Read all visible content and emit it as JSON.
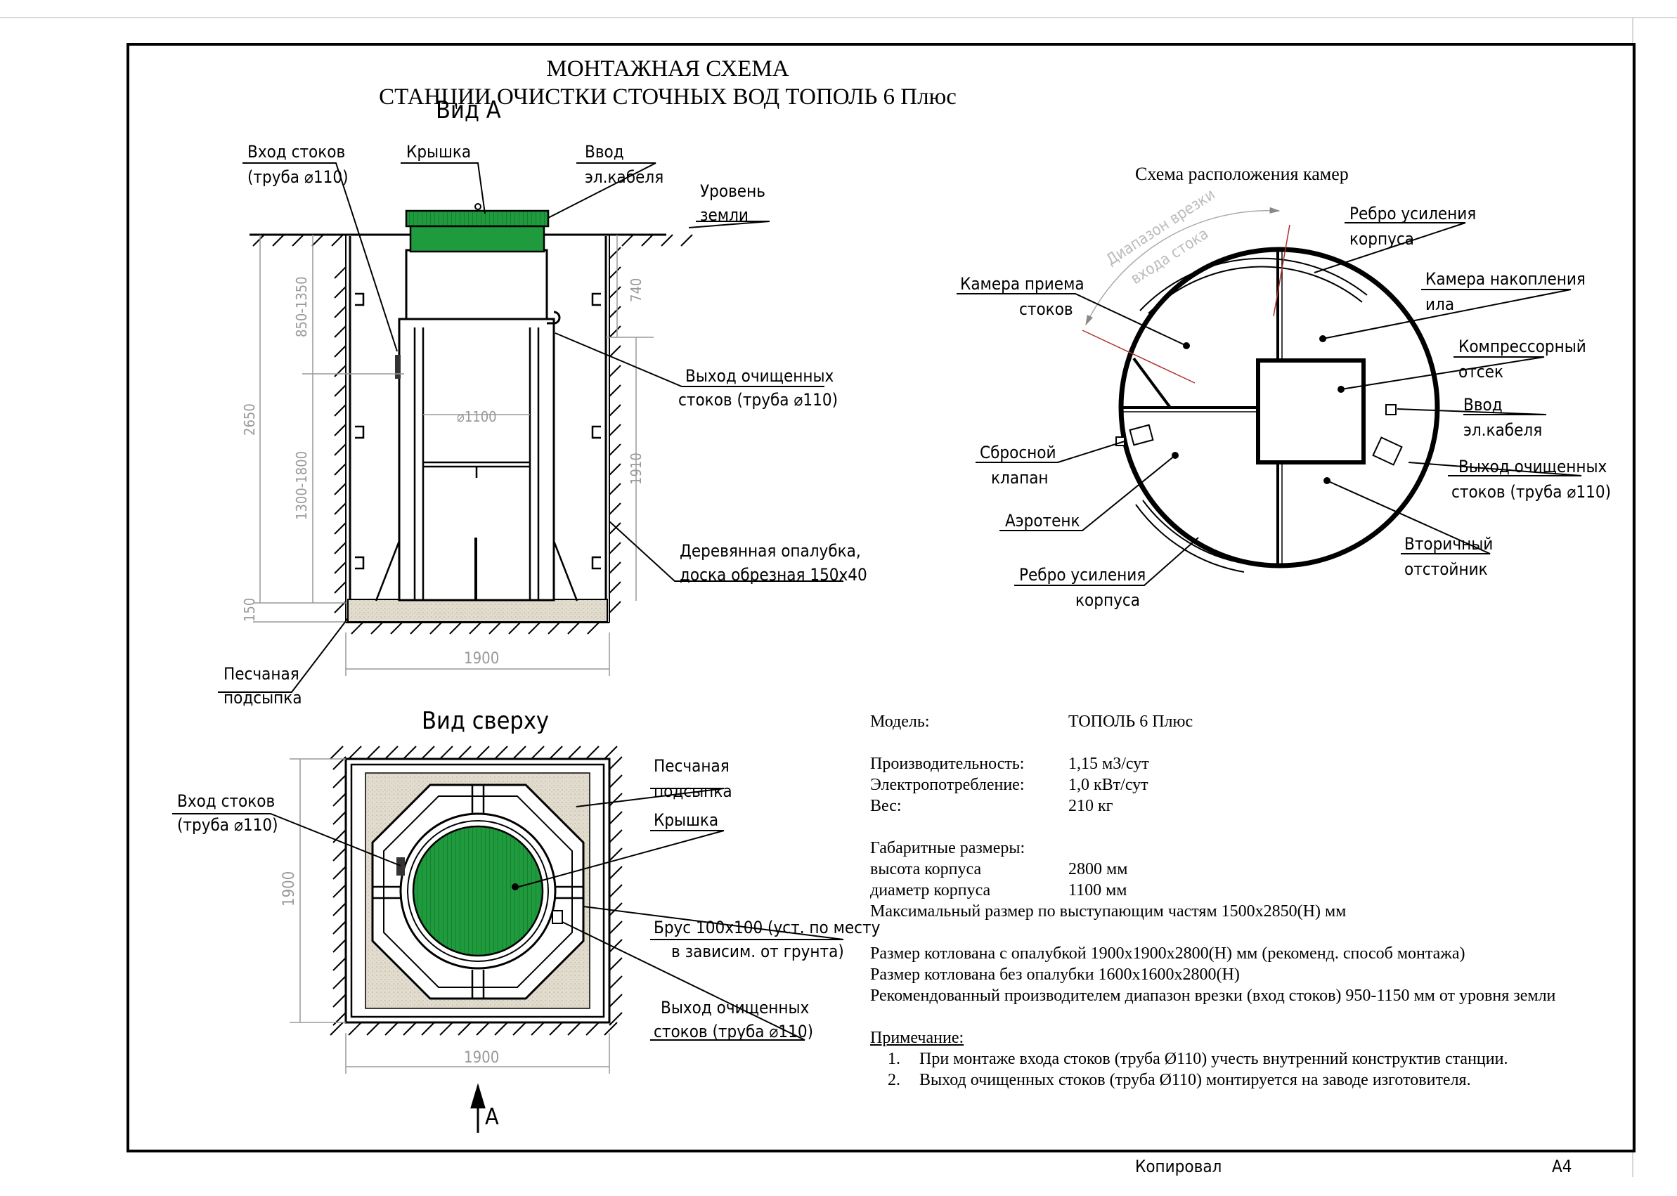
{
  "title": {
    "line1": "МОНТАЖНАЯ СХЕМА",
    "line2": "СТАНЦИИ ОЧИСТКИ СТОЧНЫХ ВОД ТОПОЛЬ 6 Плюс"
  },
  "view_a": {
    "heading": "Вид А",
    "labels": {
      "inlet_1": "Вход стоков",
      "inlet_2": "(труба ⌀110)",
      "lid": "Крышка",
      "cable_1": "Ввод",
      "cable_2": "эл.кабеля",
      "ground_1": "Уровень",
      "ground_2": "земли",
      "outlet_1": "Выход очищенных",
      "outlet_2": "стоков (труба ⌀110)",
      "formwork_1": "Деревянная опалубка,",
      "formwork_2": "доска обрезная 150х40",
      "sand_1": "Песчаная",
      "sand_2": "подсыпка"
    },
    "dims": {
      "d_850_1350": "850-1350",
      "d_2650": "2650",
      "d_1300_1800": "1300-1800",
      "d_150": "150",
      "d_740": "740",
      "d_1910": "1910",
      "d_1900": "1900",
      "d_phi1100": "⌀1100"
    }
  },
  "top_view": {
    "heading": "Вид сверху",
    "labels": {
      "inlet_1": "Вход стоков",
      "inlet_2": "(труба ⌀110)",
      "sand_1": "Песчаная",
      "sand_2": "подсыпка",
      "lid": "Крышка",
      "beam_1": "Брус 100х100 (уст. по месту",
      "beam_2": "в зависим. от грунта)",
      "outlet_1": "Выход очищенных",
      "outlet_2": "стоков (труба ⌀110)"
    },
    "dims": {
      "side": "1900",
      "bottom": "1900"
    },
    "arrow_label": "А"
  },
  "chambers": {
    "heading": "Схема расположения камер",
    "range_1": "Диапазон врезки",
    "range_2": "входа стока",
    "labels": {
      "rib_top_1": "Ребро усиления",
      "rib_top_2": "корпуса",
      "receive_1": "Камера приема",
      "receive_2": "стоков",
      "sludge_1": "Камера накопления",
      "sludge_2": "ила",
      "compressor_1": "Компрессорный",
      "compressor_2": "отсек",
      "cable_1": "Ввод",
      "cable_2": "эл.кабеля",
      "relief_1": "Сбросной",
      "relief_2": "клапан",
      "outlet_1": "Выход очищенных",
      "outlet_2": "стоков (труба ⌀110)",
      "aerotank": "Аэротенк",
      "secondary_1": "Вторичный",
      "secondary_2": "отстойник",
      "rib_bottom_1": "Ребро усиления",
      "rib_bottom_2": "корпуса"
    }
  },
  "specs": {
    "model_label": "Модель:",
    "model_value": "ТОПОЛЬ 6 Плюс",
    "productivity_label": "Производительность:",
    "productivity_value": "1,15 м3/сут",
    "power_label": "Электропотребление:",
    "power_value": "1,0 кВт/сут",
    "weight_label": "Вес:",
    "weight_value": "210 кг",
    "dims_title": "Габаритные размеры:",
    "height_label": "высота корпуса",
    "height_value": "2800 мм",
    "diameter_label": "диаметр корпуса",
    "diameter_value": "1100 мм",
    "max_size": "Максимальный размер по выступающим частям 1500х2850(Н) мм",
    "pit_with": "Размер котлована с опалубкой 1900х1900х2800(Н) мм (рекоменд. способ монтажа)",
    "pit_without": "Размер котлована без опалубки 1600х1600х2800(Н)",
    "recommended": "Рекомендованный производителем диапазон врезки (вход стоков) 950-1150 мм от уровня земли",
    "note_title": "Примечание:",
    "notes": [
      {
        "n": "1.",
        "text": "При монтаже входа  стоков (труба  Ø110) учесть внутренний конструктив станции."
      },
      {
        "n": "2.",
        "text": "Выход очищенных стоков (труба  Ø110) монтируется на заводе изготовителя."
      }
    ]
  },
  "footer": {
    "copied": "Копировал",
    "format": "А4"
  },
  "colors": {
    "lid_green": "#1f9a3c",
    "lid_green_dark": "#0d6e26",
    "sand": "#e2dccf",
    "dim_gray": "#a8a8a8",
    "red_line": "#b03030"
  }
}
